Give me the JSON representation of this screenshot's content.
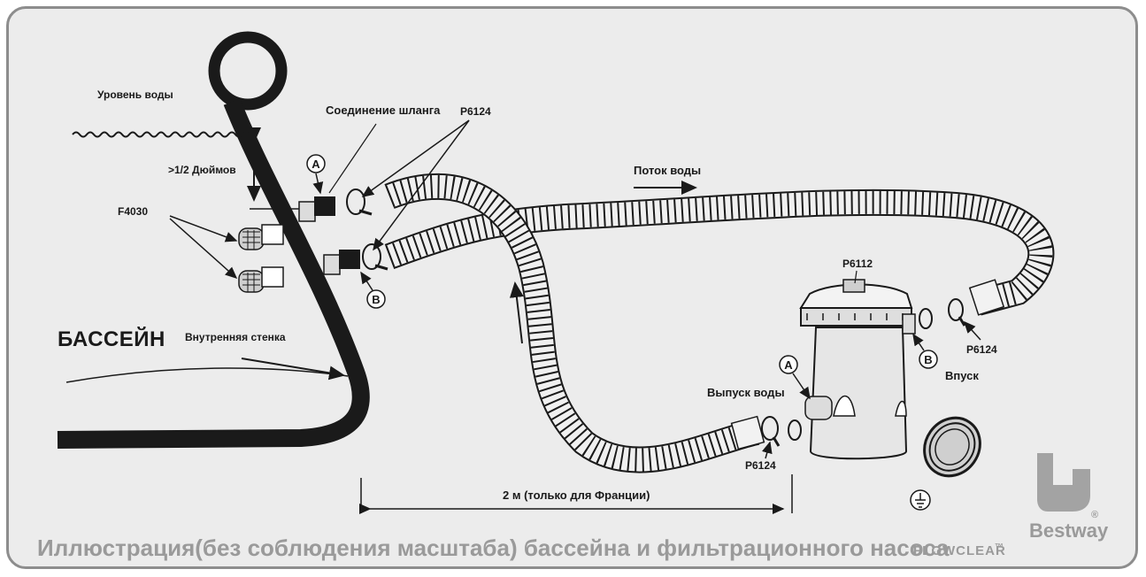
{
  "labels": {
    "water_level": "Уровень воды",
    "hose_connection": "Соединение шланга",
    "p6124_top": "P6124",
    "half_inch": ">1/2 Дюймов",
    "f4030": "F4030",
    "water_flow": "Поток воды",
    "p6112": "P6112",
    "pool": "БАССЕЙН",
    "inner_wall": "Внутренняя стенка",
    "p6124_right": "P6124",
    "inlet": "Впуск",
    "outlet": "Выпуск воды",
    "p6124_bottom": "P6124",
    "distance": "2 м (только для Франции)"
  },
  "markers": {
    "a": "A",
    "b": "B"
  },
  "caption": {
    "text": "Иллюстрация(без соблюдения масштаба) бассейна и фильтрационного насоса",
    "product_mark": "FLOWCLEAR",
    "trademark": "™"
  },
  "brand": {
    "name": "Bestway",
    "registered": "®",
    "logo_icon": "bestway-logo-icon"
  },
  "colors": {
    "panel": "#ececec",
    "border": "#8d8d8d",
    "ink": "#1a1a1a",
    "caption": "#9a9a9a",
    "hose": "#f0f0f0"
  },
  "icons": [
    "hose-coil-icon",
    "hose-clamp-icon",
    "strainer-icon",
    "filter-pump-icon",
    "filter-cartridge-icon",
    "ground-symbol-icon",
    "arrow-icon"
  ]
}
